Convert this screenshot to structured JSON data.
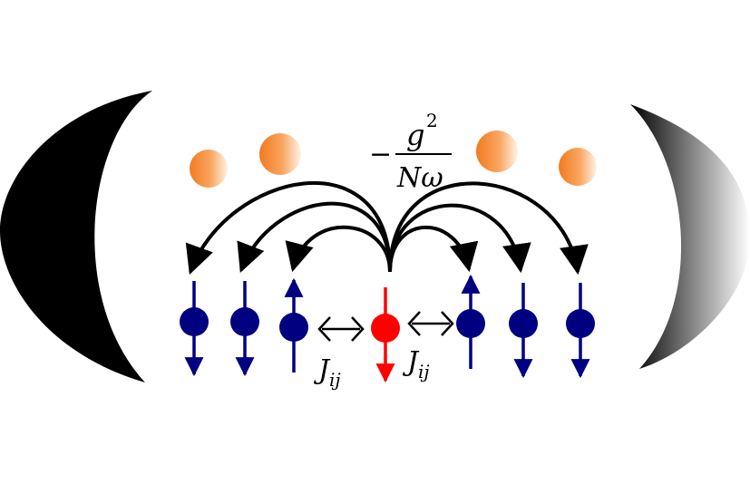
{
  "formula": {
    "sign": "−",
    "numerator": "g",
    "numerator_exp": "2",
    "denominator": "Nω"
  },
  "coupling_labels": [
    {
      "main": "J",
      "sub": "ij"
    },
    {
      "main": "J",
      "sub": "ij"
    }
  ],
  "spins": [
    {
      "direction": "down",
      "color": "#000080"
    },
    {
      "direction": "down",
      "color": "#000080"
    },
    {
      "direction": "up",
      "color": "#000080"
    },
    {
      "direction": "down",
      "color": "#ff0000"
    },
    {
      "direction": "up",
      "color": "#000080"
    },
    {
      "direction": "down",
      "color": "#000080"
    },
    {
      "direction": "down",
      "color": "#000080"
    }
  ],
  "photon_count": 4,
  "colors": {
    "spin": "#000080",
    "central_spin": "#ff0000",
    "photon": "#f47a20",
    "arrow": "#000000",
    "mirror": "#000000"
  }
}
